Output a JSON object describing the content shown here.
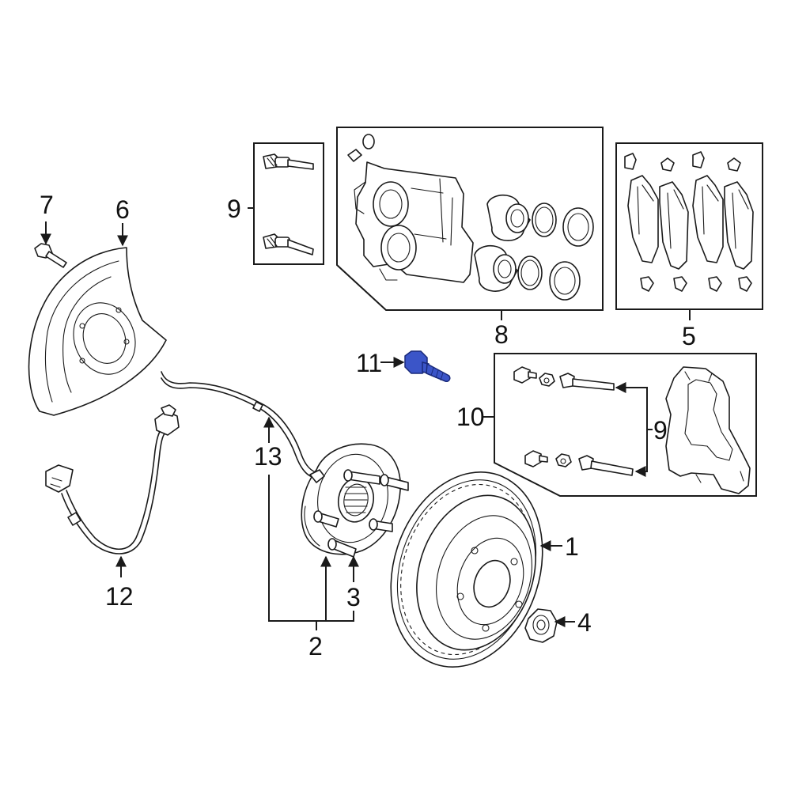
{
  "colors": {
    "line": "#1a1a1a",
    "highlight_fill": "#3b55c8",
    "highlight_stroke": "#1a2a7a",
    "background": "#ffffff"
  },
  "callouts": {
    "c1": "1",
    "c2": "2",
    "c3": "3",
    "c4": "4",
    "c5": "5",
    "c6": "6",
    "c7": "7",
    "c8": "8",
    "c9_top": "9",
    "c9_right": "9",
    "c10": "10",
    "c11": "11",
    "c12": "12",
    "c13": "13"
  },
  "highlighted_part": "11"
}
